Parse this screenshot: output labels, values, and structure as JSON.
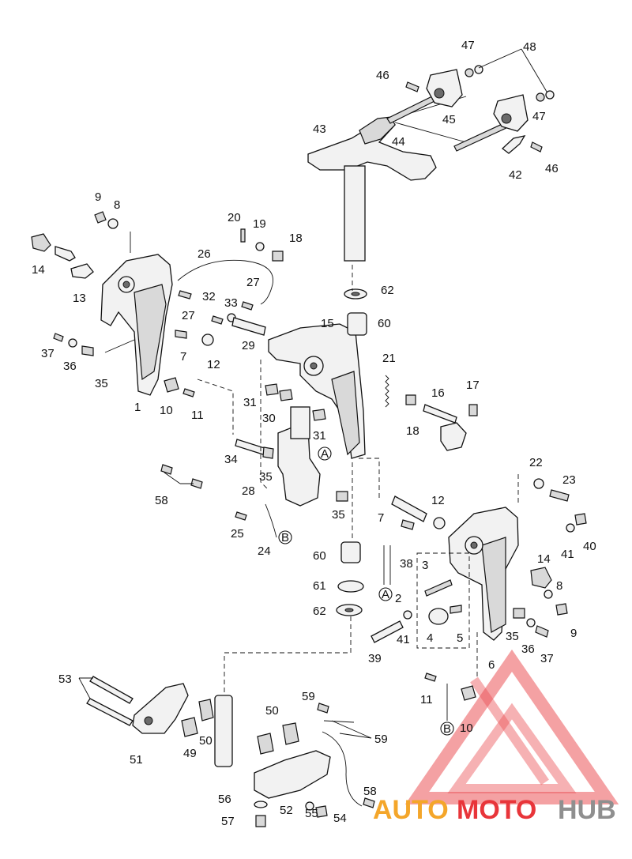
{
  "diagram": {
    "callouts": {
      "c1": "1",
      "c2": "2",
      "c3": "3",
      "c4": "4",
      "c5": "5",
      "c6": "6",
      "c7a": "7",
      "c7b": "7",
      "c8a": "8",
      "c8b": "8",
      "c9a": "9",
      "c9b": "9",
      "c10a": "10",
      "c10b": "10",
      "c11a": "11",
      "c11b": "11",
      "c12a": "12",
      "c12b": "12",
      "c13": "13",
      "c14a": "14",
      "c14b": "14",
      "c15": "15",
      "c16": "16",
      "c17": "17",
      "c18a": "18",
      "c18b": "18",
      "c19": "19",
      "c20": "20",
      "c21": "21",
      "c22": "22",
      "c23": "23",
      "c24": "24",
      "c25": "25",
      "c26": "26",
      "c27a": "27",
      "c27b": "27",
      "c28": "28",
      "c29": "29",
      "c30": "30",
      "c31a": "31",
      "c31b": "31",
      "c32": "32",
      "c33": "33",
      "c34": "34",
      "c35a": "35",
      "c35b": "35",
      "c35c": "35",
      "c35d": "35",
      "c36a": "36",
      "c36b": "36",
      "c37a": "37",
      "c37b": "37",
      "c38": "38",
      "c39": "39",
      "c40": "40",
      "c41a": "41",
      "c41b": "41",
      "c42": "42",
      "c43": "43",
      "c44": "44",
      "c45": "45",
      "c46a": "46",
      "c46b": "46",
      "c47a": "47",
      "c47b": "47",
      "c48": "48",
      "c49": "49",
      "c50a": "50",
      "c50b": "50",
      "c51": "51",
      "c52": "52",
      "c53": "53",
      "c54": "54",
      "c55": "55",
      "c56": "56",
      "c57": "57",
      "c58a": "58",
      "c58b": "58",
      "c59a": "59",
      "c59b": "59",
      "c60a": "60",
      "c60b": "60",
      "c61": "61",
      "c62a": "62",
      "c62b": "62"
    },
    "ref_marks": {
      "ra1": "A",
      "ra2": "A",
      "rb1": "B",
      "rb2": "B"
    }
  },
  "watermark": {
    "part1": "AUTO",
    "part2": "MOTO",
    "part3": "HUB",
    "color_red": "#e8353a",
    "color_orange": "#f4a62a",
    "color_gray": "#8f8f8f"
  }
}
